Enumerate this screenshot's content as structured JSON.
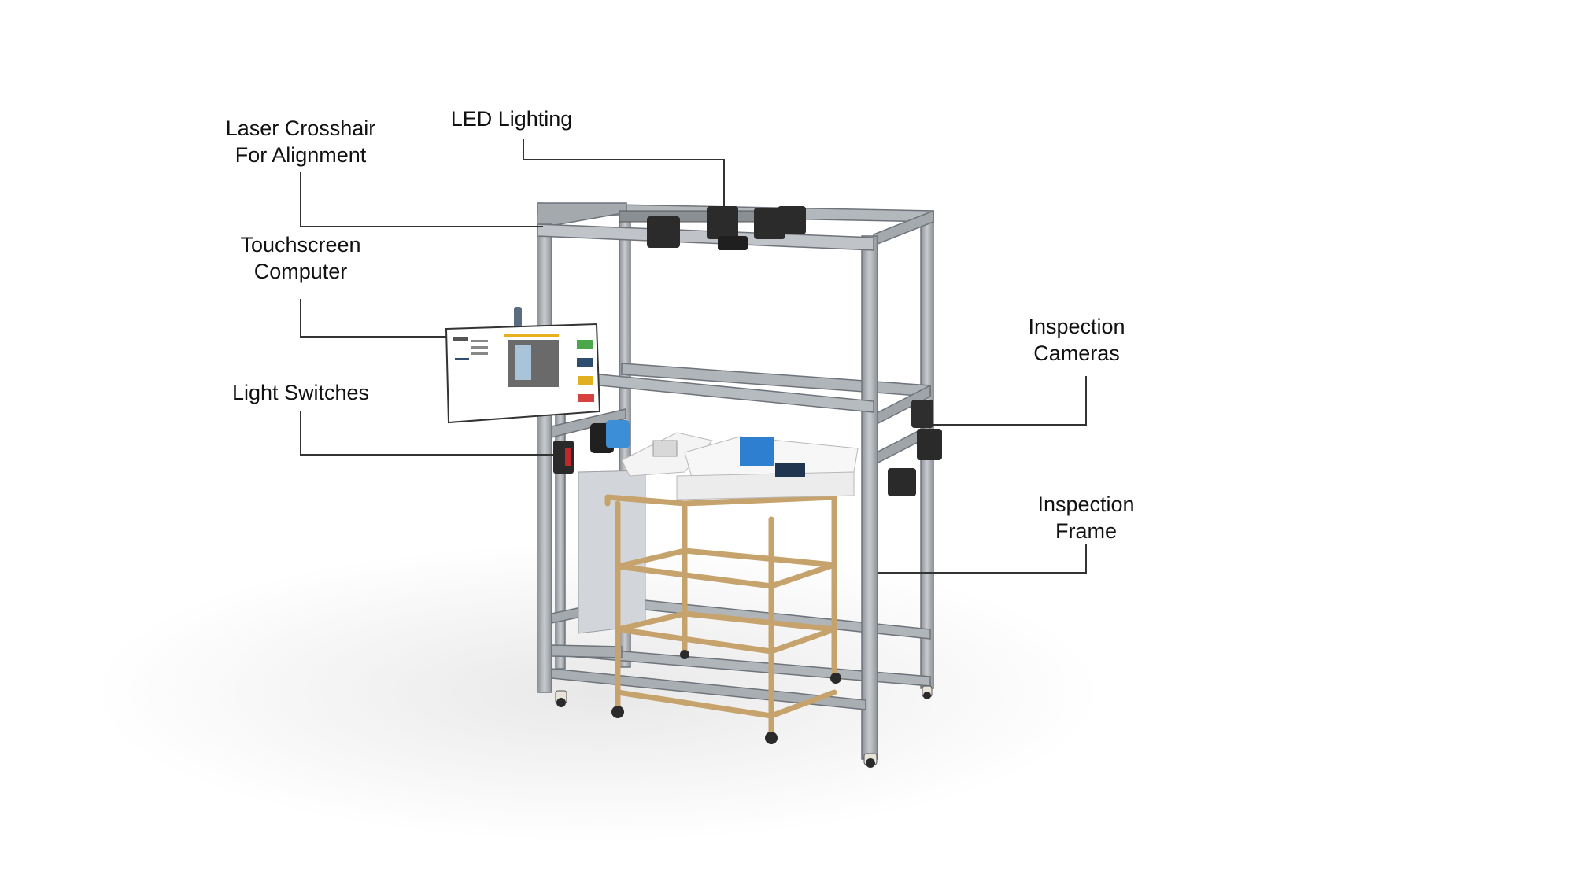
{
  "labels": {
    "laser": [
      "Laser Crosshair",
      "For Alignment"
    ],
    "led": [
      "LED Lighting"
    ],
    "touchscreen": [
      "Touchscreen",
      "Computer"
    ],
    "switches": [
      "Light Switches"
    ],
    "cameras": [
      "Inspection",
      "Cameras"
    ],
    "frame": [
      "Inspection",
      "Frame"
    ]
  },
  "colors": {
    "frame": "#a9aeb3",
    "frame_dark": "#7c8187",
    "cart_wood": "#e2c595",
    "leader": "#333333",
    "camera_blue": "#3c8fd6",
    "switch_red": "#c0282c"
  }
}
